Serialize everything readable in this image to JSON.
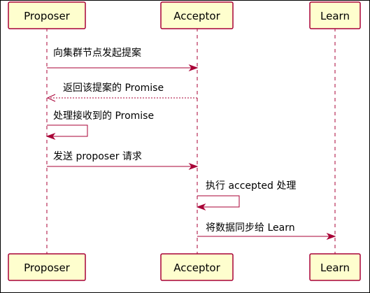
{
  "participants": [
    {
      "id": "proposer",
      "label": "Proposer"
    },
    {
      "id": "acceptor",
      "label": "Acceptor"
    },
    {
      "id": "learn",
      "label": "Learn"
    }
  ],
  "messages": [
    {
      "from": "proposer",
      "to": "acceptor",
      "label": "向集群节点发起提案",
      "style": "solid"
    },
    {
      "from": "acceptor",
      "to": "proposer",
      "label": "返回该提案的 Promise",
      "style": "dashed"
    },
    {
      "from": "proposer",
      "to": "proposer",
      "label": "处理接收到的 Promise",
      "style": "solid"
    },
    {
      "from": "proposer",
      "to": "acceptor",
      "label": "发送 proposer 请求",
      "style": "solid"
    },
    {
      "from": "acceptor",
      "to": "acceptor",
      "label": "执行 accepted 处理",
      "style": "solid"
    },
    {
      "from": "acceptor",
      "to": "learn",
      "label": "将数据同步给 Learn",
      "style": "solid"
    }
  ],
  "colors": {
    "box_fill": "#FEFECE",
    "accent": "#A80036"
  }
}
